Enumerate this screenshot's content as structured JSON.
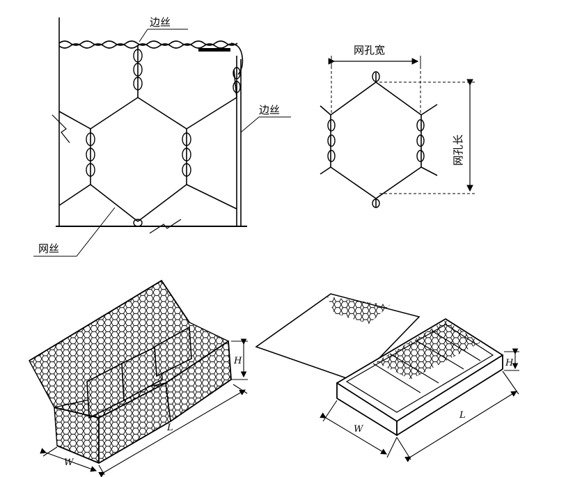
{
  "labels": {
    "edge_wire_top": "边丝",
    "edge_wire_side": "边丝",
    "mesh_wire": "网丝",
    "mesh_width": "网孔宽",
    "mesh_length": "网孔长"
  },
  "dims": {
    "box1_h": "H",
    "box1_l": "L",
    "box1_w": "W",
    "box2_h": "H",
    "box2_l": "L",
    "box2_w": "W"
  },
  "colors": {
    "ink": "#000000",
    "background": "#ffffff"
  }
}
